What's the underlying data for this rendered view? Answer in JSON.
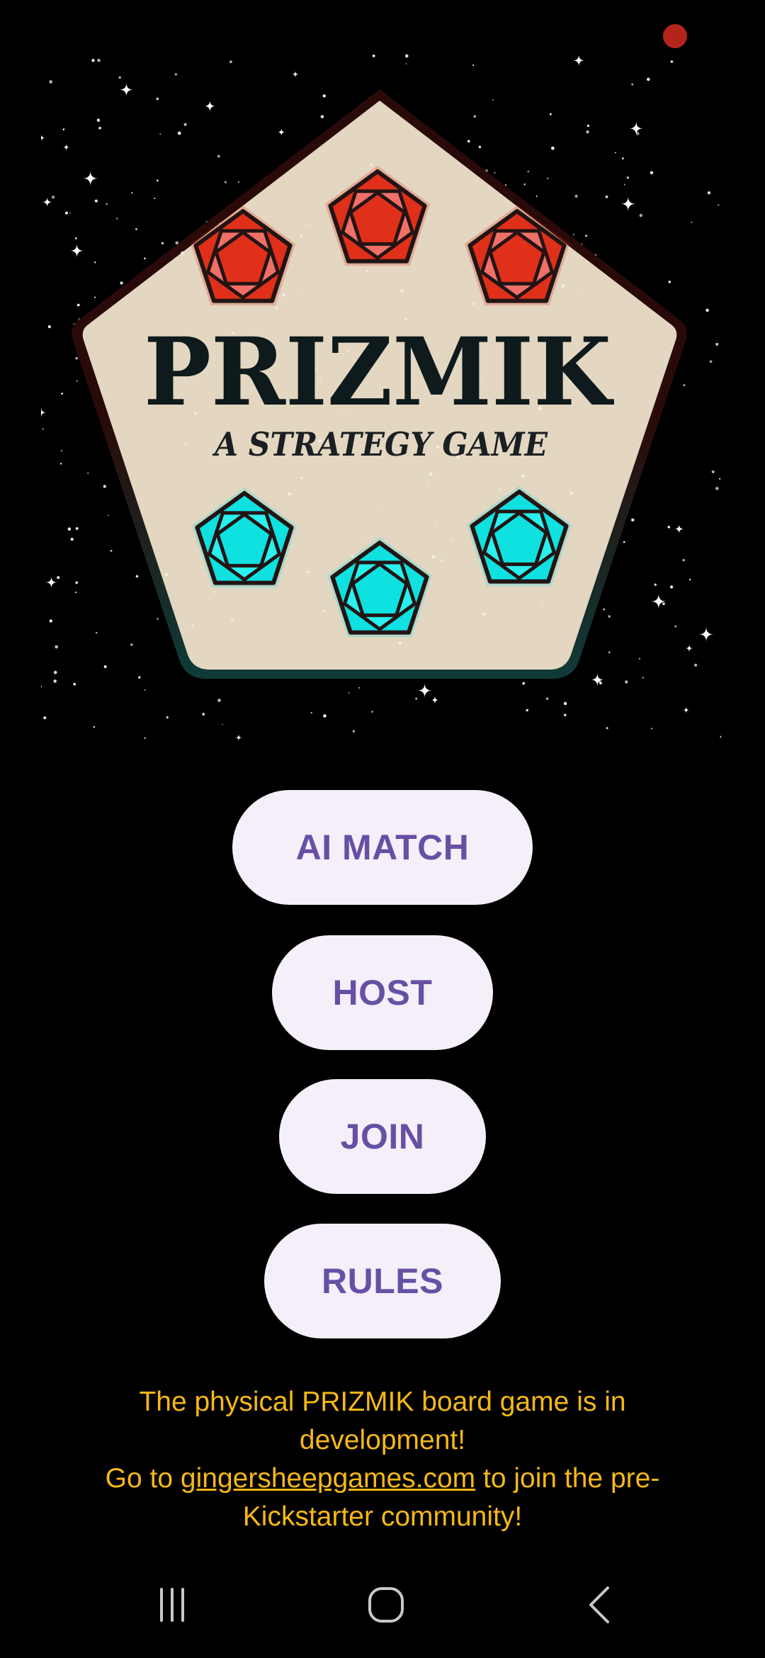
{
  "status_bar": {
    "indicator_color": "#b5241b"
  },
  "logo": {
    "title": "PRIZMIK",
    "subtitle": "A STRATEGY GAME",
    "board_color": "#e3d7c2",
    "red_piece_color": "#e0301a",
    "cyan_piece_color": "#0fe0e0"
  },
  "menu": {
    "ai_match_label": "AI MATCH",
    "host_label": "HOST",
    "join_label": "JOIN",
    "rules_label": "RULES"
  },
  "footer": {
    "line1": "The physical PRIZMIK board game is in development!",
    "line2_prefix": "Go to ",
    "link_text": "gingersheepgames.com",
    "line2_suffix": " to join the pre-Kickstarter community!"
  },
  "colors": {
    "background": "#000000",
    "button_bg": "#f4eff9",
    "button_text": "#6750a4",
    "footer_text": "#f6b817"
  },
  "navbar": {
    "icons": [
      "recent-apps-icon",
      "home-icon",
      "back-icon"
    ]
  }
}
